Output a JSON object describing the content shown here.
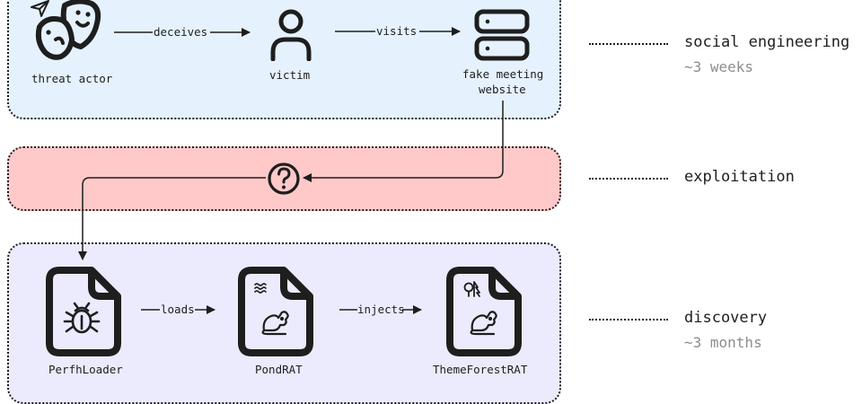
{
  "colors": {
    "social_band": "#e5f2fd",
    "exploitation_band": "#ffc9c9",
    "discovery_band": "#ecebfd",
    "stroke": "#1e1e1e",
    "muted_text": "#8d8d8d"
  },
  "nodes": {
    "threat_actor": {
      "label": "threat actor",
      "icon": "theater-masks-icon"
    },
    "victim": {
      "label": "victim",
      "icon": "user-icon"
    },
    "website": {
      "label_line1": "fake meeting",
      "label_line2": "website",
      "icon": "server-icon"
    },
    "unknown": {
      "icon": "question-circle-icon"
    },
    "perfhloader": {
      "label": "PerfhLoader",
      "icon": "file-bug-icon"
    },
    "pondrat": {
      "label": "PondRAT",
      "icon": "file-rat-waves-icon"
    },
    "themeforestrat": {
      "label": "ThemeForestRAT",
      "icon": "file-rat-trees-icon"
    }
  },
  "edges": {
    "deceives": "deceives",
    "visits": "visits",
    "loads": "loads",
    "injects": "injects"
  },
  "phases": [
    {
      "title": "social engineering",
      "duration": "~3 weeks"
    },
    {
      "title": "exploitation",
      "duration": ""
    },
    {
      "title": "discovery",
      "duration": "~3 months"
    }
  ]
}
